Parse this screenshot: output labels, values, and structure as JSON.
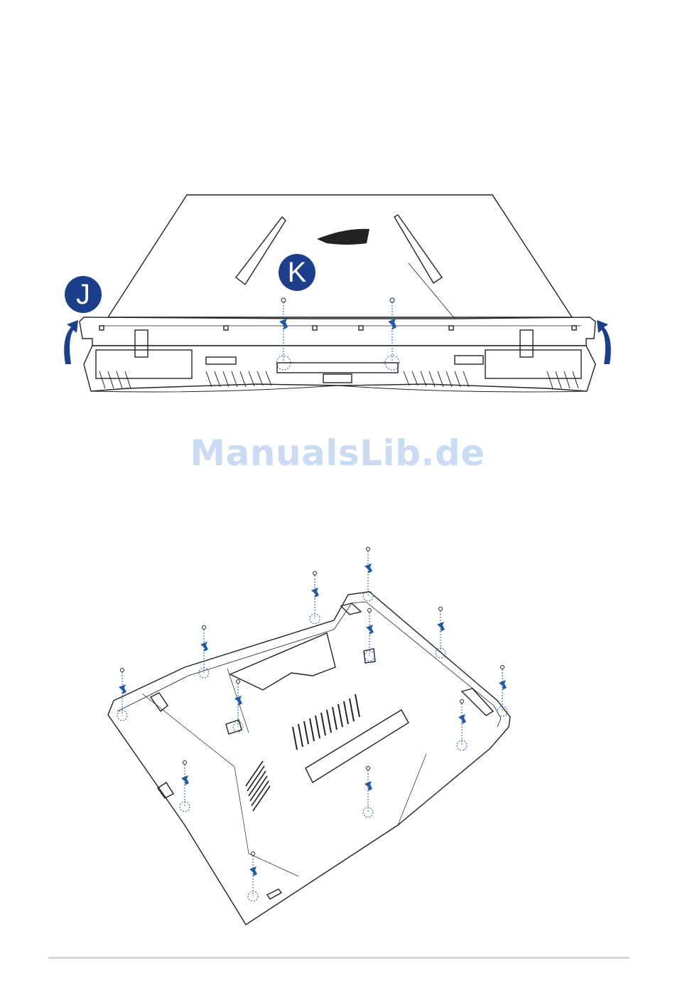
{
  "callouts": {
    "j": "J",
    "k": "K"
  },
  "watermark": "ManualsLib.de",
  "colors": {
    "callout_fill": "#1b3f8b",
    "screw_arrow": "#1f5aa8",
    "line_art": "#222222",
    "watermark": "#c9dcf3",
    "footer_rule": "#d7d7d7"
  },
  "icons": [
    "lift-arrow-icon",
    "screw-icon",
    "rotate-arrow-icon",
    "rog-logo-icon"
  ]
}
